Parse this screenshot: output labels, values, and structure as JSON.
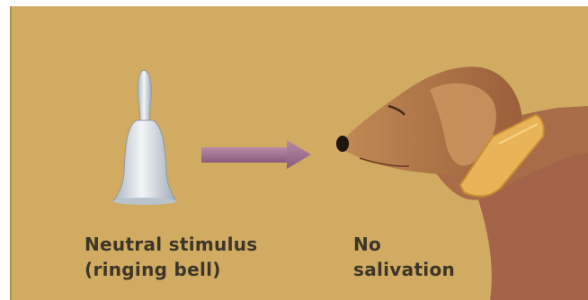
{
  "stimulus": {
    "line1": "Neutral stimulus",
    "line2": "(ringing bell)"
  },
  "response": {
    "line1": "No",
    "line2": "salivation"
  },
  "colors": {
    "background": "#d0ab61",
    "text": "#3d3528",
    "arrow": "#9a6b8c",
    "bell": "#cfd6de",
    "dog": "#b07a4a",
    "collar": "#e9b458"
  },
  "icons": [
    "bell-icon",
    "arrow-icon",
    "dog-illustration"
  ]
}
